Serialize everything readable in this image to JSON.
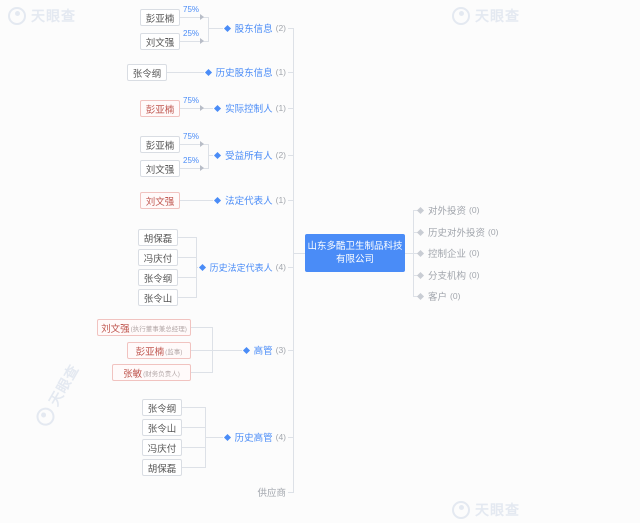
{
  "watermark": {
    "text": "天眼查"
  },
  "company": {
    "name": "山东多酷卫生制品科技有限公司",
    "line1": "山东多酷卫生制品科技",
    "line2": "有限公司"
  },
  "left_groups": [
    {
      "label": "股东信息",
      "count": "(2)",
      "members": [
        {
          "name": "彭亚楠",
          "pct": "75%"
        },
        {
          "name": "刘文强",
          "pct": "25%"
        }
      ]
    },
    {
      "label": "历史股东信息",
      "count": "(1)",
      "members": [
        {
          "name": "张令纲"
        }
      ]
    },
    {
      "label": "实际控制人",
      "count": "(1)",
      "members": [
        {
          "name": "彭亚楠",
          "pct": "75%"
        }
      ]
    },
    {
      "label": "受益所有人",
      "count": "(2)",
      "members": [
        {
          "name": "彭亚楠",
          "pct": "75%"
        },
        {
          "name": "刘文强",
          "pct": "25%"
        }
      ]
    },
    {
      "label": "法定代表人",
      "count": "(1)",
      "members": [
        {
          "name": "刘文强"
        }
      ]
    },
    {
      "label": "历史法定代表人",
      "count": "(4)",
      "members": [
        {
          "name": "胡保磊"
        },
        {
          "name": "冯庆付"
        },
        {
          "name": "张令纲"
        },
        {
          "name": "张令山"
        }
      ]
    },
    {
      "label": "高管",
      "count": "(3)",
      "members": [
        {
          "name": "刘文强",
          "role": "(执行董事兼总经理)"
        },
        {
          "name": "彭亚楠",
          "role": "(监事)"
        },
        {
          "name": "张敏",
          "role": "(财务负责人)"
        }
      ]
    },
    {
      "label": "历史高管",
      "count": "(4)",
      "members": [
        {
          "name": "张令纲"
        },
        {
          "name": "张令山"
        },
        {
          "name": "冯庆付"
        },
        {
          "name": "胡保磊"
        }
      ]
    }
  ],
  "right_items": [
    {
      "label": "对外投资",
      "count": "(0)"
    },
    {
      "label": "历史对外投资",
      "count": "(0)"
    },
    {
      "label": "控制企业",
      "count": "(0)"
    },
    {
      "label": "分支机构",
      "count": "(0)"
    },
    {
      "label": "客户",
      "count": "(0)"
    }
  ],
  "bottom_item": {
    "label": "供应商"
  },
  "colors": {
    "accent": "#4a8cf7",
    "line": "#dde1e7",
    "gray_text": "#a2a6ad",
    "pink_border": "#f1c3c0",
    "node_border": "#d9dde3"
  }
}
